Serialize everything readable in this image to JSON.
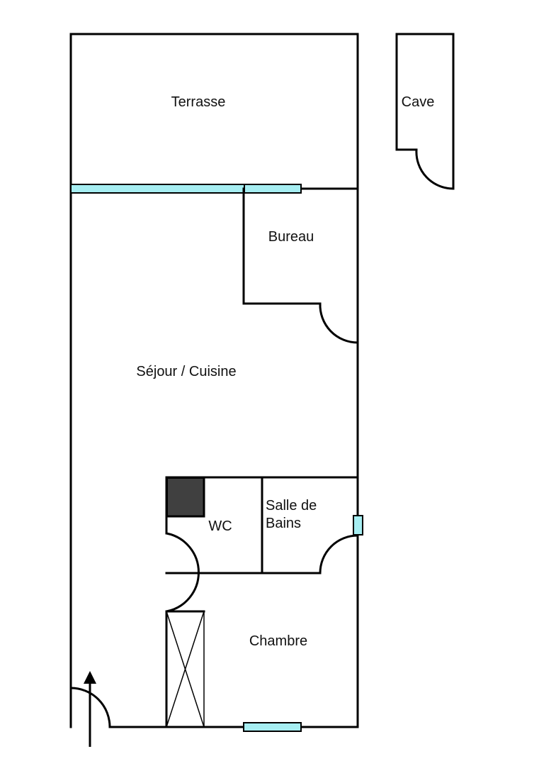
{
  "colors": {
    "wall": "#000000",
    "window": "#a6eef2",
    "fixture": "#404040",
    "background": "#ffffff"
  },
  "rooms": {
    "terrasse": "Terrasse",
    "cave": "Cave",
    "bureau": "Bureau",
    "sejour": "Séjour / Cuisine",
    "salle_de_bains_line1": "Salle de",
    "salle_de_bains_line2": "Bains",
    "wc": "WC",
    "chambre": "Chambre"
  },
  "icons": {
    "entrance": "arrow-up-icon",
    "wardrobe": "wardrobe-cross-icon",
    "fixture": "shower-tray-icon"
  }
}
